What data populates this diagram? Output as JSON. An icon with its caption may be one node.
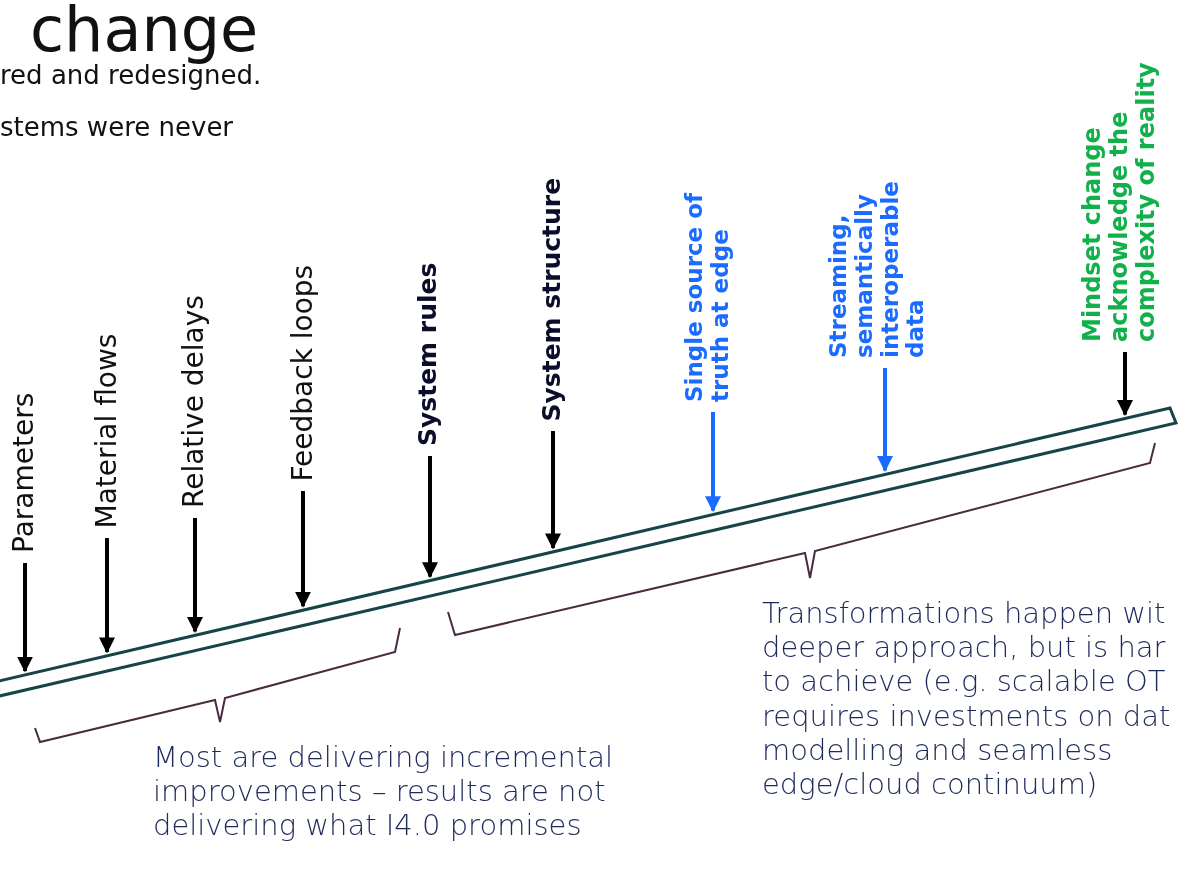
{
  "diagram": {
    "title": "change",
    "nodes": [
      {
        "text": [],
        "shape": "bar"
      },
      {
        "text": [
          "Parameters"
        ]
      },
      {
        "text": [
          "Material flows"
        ]
      },
      {
        "text": [
          "Relative delays"
        ]
      },
      {
        "text": [
          "Feedback loops"
        ]
      },
      {
        "text": [
          "System rules"
        ]
      },
      {
        "text": [
          "System structure"
        ]
      },
      {
        "text": [
          "Single source of truth at edge"
        ]
      },
      {
        "text": [
          "Streaming, semantically interoperable data"
        ]
      },
      {
        "text": [
          "Mindset change acknowledge the complexity of reality"
        ]
      }
    ],
    "edges": [
      {
        "from": 1,
        "to": 0,
        "arrow": "to"
      },
      {
        "from": 2,
        "to": 0,
        "arrow": "to"
      },
      {
        "from": 3,
        "to": 0,
        "arrow": "to"
      },
      {
        "from": 4,
        "to": 0,
        "arrow": "to"
      },
      {
        "from": 5,
        "to": 0,
        "arrow": "to"
      },
      {
        "from": 6,
        "to": 0,
        "arrow": "to"
      },
      {
        "from": 7,
        "to": 0,
        "arrow": "to",
        "color": "#1a6bff"
      },
      {
        "from": 8,
        "to": 0,
        "arrow": "to",
        "color": "#1a6bff"
      },
      {
        "from": 9,
        "to": 0,
        "arrow": "to"
      }
    ],
    "labels": [
      "red and redesigned.",
      "stems were never",
      "Most are delivering incremental improvements – results are not delivering what I4.0 promises",
      "Transformations happen wit deeper approach, but is har to achieve (e.g. scalable OT requires investments on dat modelling and seamless edge/cloud continuum)"
    ]
  }
}
